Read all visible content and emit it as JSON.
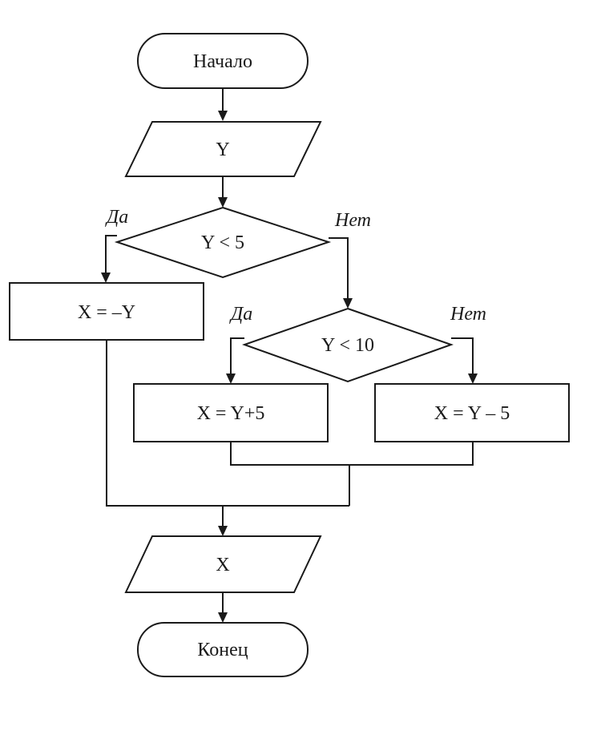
{
  "flowchart": {
    "start": "Начало",
    "input": "Y",
    "decision1": "Y < 5",
    "decision1_yes": "Да",
    "decision1_no": "Нет",
    "process1": "X = –Y",
    "decision2": "Y < 10",
    "decision2_yes": "Да",
    "decision2_no": "Нет",
    "process2": "X = Y+5",
    "process3": "X = Y – 5",
    "output": "X",
    "end": "Конец"
  },
  "colors": {
    "stroke": "#1a1a1a",
    "background": "#ffffff"
  }
}
